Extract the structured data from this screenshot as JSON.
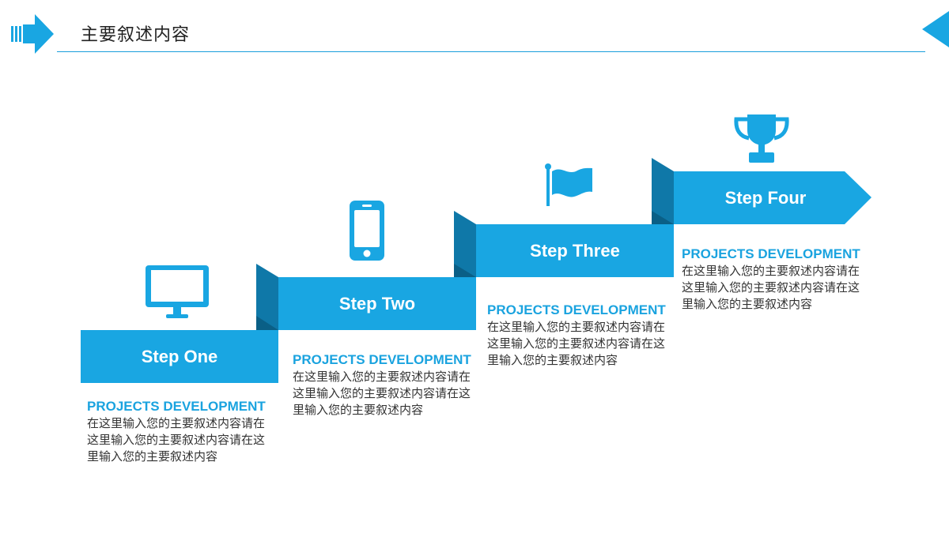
{
  "title": "主要叙述内容",
  "colors": {
    "primary": "#19a6e2",
    "dark": "#0d6f9c",
    "text": "#333333"
  },
  "steps": [
    {
      "label": "Step One",
      "icon": "monitor-icon",
      "heading": "PROJECTS DEVELOPMENT",
      "text": "在这里输入您的主要叙述内容请在这里输入您的主要叙述内容请在这里输入您的主要叙述内容"
    },
    {
      "label": "Step Two",
      "icon": "smartphone-icon",
      "heading": "PROJECTS DEVELOPMENT",
      "text": "在这里输入您的主要叙述内容请在这里输入您的主要叙述内容请在这里输入您的主要叙述内容"
    },
    {
      "label": "Step Three",
      "icon": "flag-icon",
      "heading": "PROJECTS DEVELOPMENT",
      "text": "在这里输入您的主要叙述内容请在这里输入您的主要叙述内容请在这里输入您的主要叙述内容"
    },
    {
      "label": "Step Four",
      "icon": "trophy-icon",
      "heading": "PROJECTS DEVELOPMENT",
      "text": "在这里输入您的主要叙述内容请在这里输入您的主要叙述内容请在这里输入您的主要叙述内容"
    }
  ]
}
